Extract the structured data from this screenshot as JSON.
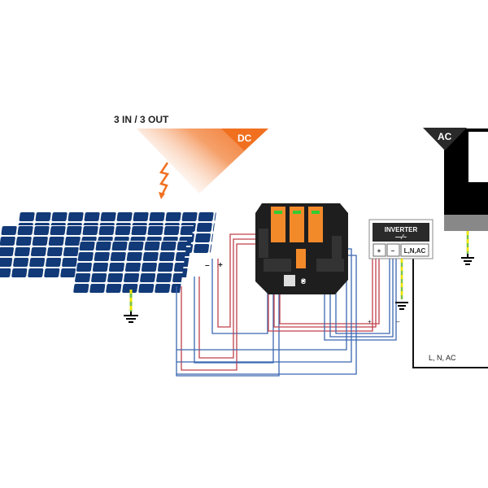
{
  "diagram": {
    "heading": "3 IN / 3 OUT",
    "dc_label": "DC",
    "ac_label": "AC",
    "inverter": {
      "title": "INVERTER",
      "symbol": "—⁄~",
      "terminals": [
        "+",
        "–",
        "L,N,AC"
      ]
    },
    "panel_polarity": {
      "minus": "–",
      "plus": "+"
    },
    "inverter_input_polarity": {
      "plus": "+",
      "minus": "–"
    },
    "ac_line_label": "L, N, AC",
    "colors": {
      "dc_orange": "#f07020",
      "ac_dark": "#2a2a2a",
      "wire_red": "#c0404a",
      "wire_blue": "#3a66b0",
      "panel_blue": "#123a78",
      "ground_green": "#7cc242",
      "ground_yellow": "#f2e600"
    }
  }
}
